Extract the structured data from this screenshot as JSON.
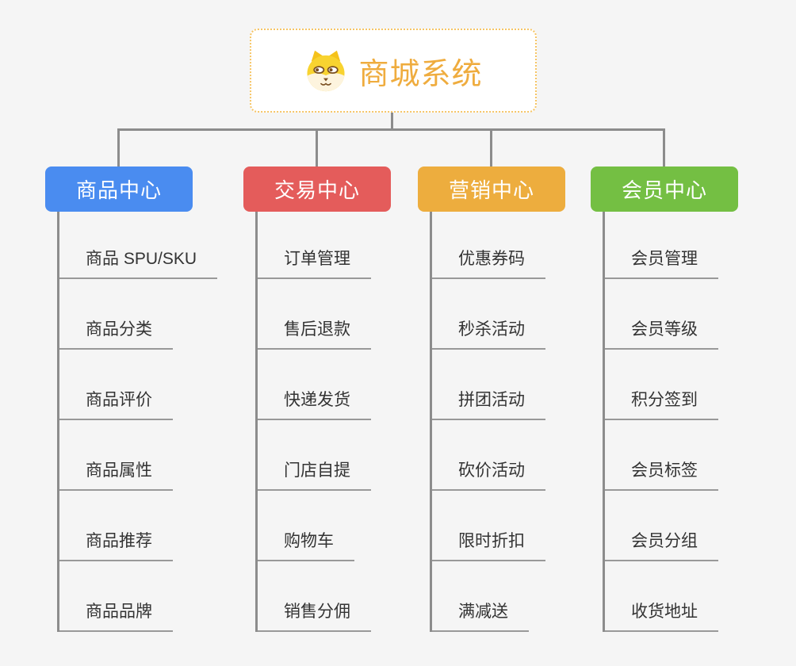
{
  "root": {
    "title": "商城系统",
    "icon": "dog-face-icon"
  },
  "branches": [
    {
      "label": "商品中心",
      "color": "#4A8CF0",
      "items": [
        "商品 SPU/SKU",
        "商品分类",
        "商品评价",
        "商品属性",
        "商品推荐",
        "商品品牌"
      ]
    },
    {
      "label": "交易中心",
      "color": "#E45C5B",
      "items": [
        "订单管理",
        "售后退款",
        "快递发货",
        "门店自提",
        "购物车",
        "销售分佣"
      ]
    },
    {
      "label": "营销中心",
      "color": "#EDAD3E",
      "items": [
        "优惠券码",
        "秒杀活动",
        "拼团活动",
        "砍价活动",
        "限时折扣",
        "满减送"
      ]
    },
    {
      "label": "会员中心",
      "color": "#74BF43",
      "items": [
        "会员管理",
        "会员等级",
        "积分签到",
        "会员标签",
        "会员分组",
        "收货地址"
      ]
    }
  ],
  "colors": {
    "background": "#F5F5F5",
    "connector": "#8C8C8C",
    "underline": "#999999",
    "item_text": "#333333",
    "root_border": "#F6C565",
    "root_text": "#EFAC3E"
  }
}
